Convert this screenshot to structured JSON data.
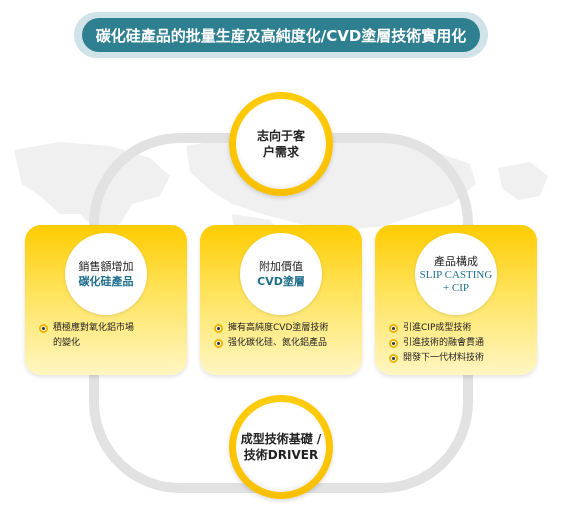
{
  "title": "碳化硅產品的批量生産及高純度化/CVD塗層技術實用化",
  "top_node": {
    "line1": "志向于客",
    "line2": "户需求"
  },
  "bottom_node": {
    "line1": "成型技術基礎 /",
    "line2": "技術DRIVER"
  },
  "cards": [
    {
      "title": "銷售額增加",
      "subtitle": "碳化硅產品",
      "bullets": [
        "積極應對氧化鋁市場",
        "的變化"
      ]
    },
    {
      "title": "附加價值",
      "subtitle": "CVD塗層",
      "bullets": [
        "擁有高純度CVD塗層技術",
        "强化碳化硅、氮化鋁產品"
      ]
    },
    {
      "title": "產品構成",
      "subtitle_line1": "SLIP CASTING",
      "subtitle_line2": "+ CIP",
      "bullets": [
        "引進CIP成型技術",
        "引進技術的融會貫通",
        "開發下一代材料技術"
      ]
    }
  ],
  "colors": {
    "title_bg": "#2e7f90",
    "accent_yellow": "#ffc800",
    "subtitle_blue": "#1f6e8c",
    "loop_gray": "#e2e2e2",
    "map_gray": "#f0f0f0"
  }
}
